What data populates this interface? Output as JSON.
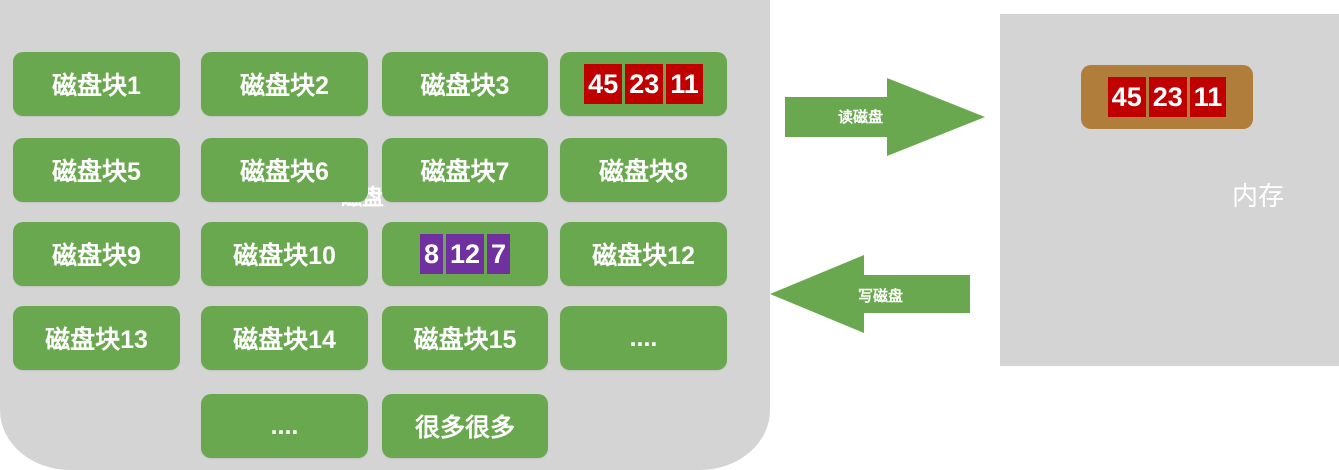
{
  "disk": {
    "label": "磁盘",
    "blocks": [
      "磁盘块1",
      "磁盘块2",
      "磁盘块3",
      "磁盘块5",
      "磁盘块6",
      "磁盘块7",
      "磁盘块8",
      "磁盘块9",
      "磁盘块10",
      "磁盘块12",
      "磁盘块13",
      "磁盘块14",
      "磁盘块15",
      "....",
      "....",
      "很多很多"
    ],
    "block4_values": [
      "45",
      "23",
      "11"
    ],
    "block11_values": [
      "8",
      "12",
      "7"
    ]
  },
  "memory": {
    "label": "内存",
    "values": [
      "45",
      "23",
      "11"
    ]
  },
  "arrows": {
    "read": "读磁盘",
    "write": "写磁盘"
  },
  "colors": {
    "block_green": "#6aa84f",
    "red": "#c00000",
    "purple": "#7030a0",
    "gray": "#d4d4d4",
    "frame_brown": "#b07d3a"
  }
}
